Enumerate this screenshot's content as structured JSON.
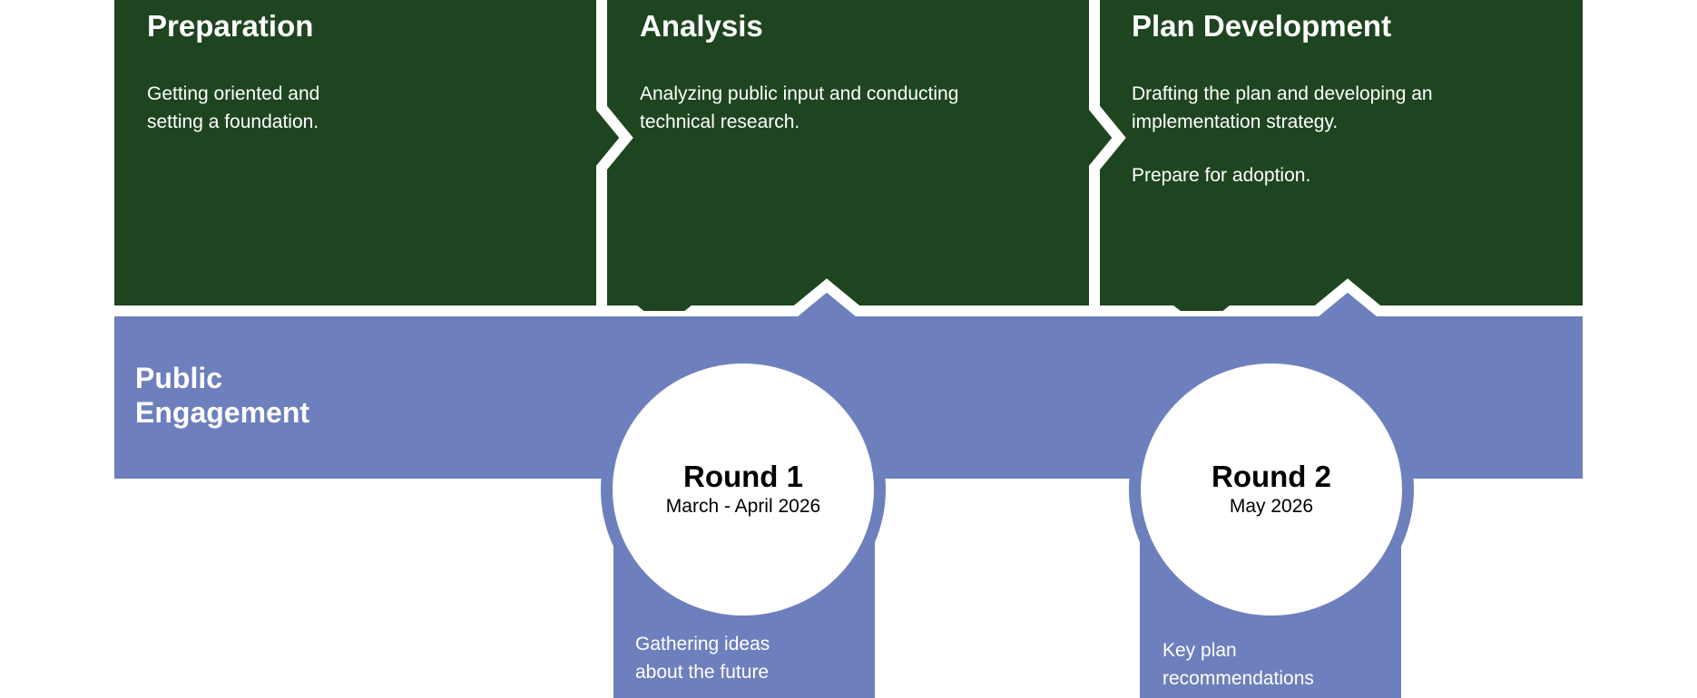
{
  "colors": {
    "phase": "#1e4520",
    "engagement": "#6e7fbd",
    "circle": "#ffffff"
  },
  "phases": [
    {
      "title": "Preparation",
      "body": [
        "Getting oriented and",
        "setting a foundation."
      ]
    },
    {
      "title": "Analysis",
      "body": [
        "Analyzing public input and conducting",
        "technical research."
      ]
    },
    {
      "title": "Plan Development",
      "body": [
        "Drafting the plan and developing an",
        "implementation strategy."
      ],
      "extra": "Prepare for adoption."
    }
  ],
  "engagement": {
    "label_line1": "Public",
    "label_line2": "Engagement",
    "rounds": [
      {
        "title": "Round 1",
        "date": "March - April 2026",
        "desc": [
          "Gathering ideas",
          "about the future"
        ]
      },
      {
        "title": "Round 2",
        "date": "May 2026",
        "desc": [
          "Key plan",
          "recommendations"
        ]
      }
    ]
  }
}
